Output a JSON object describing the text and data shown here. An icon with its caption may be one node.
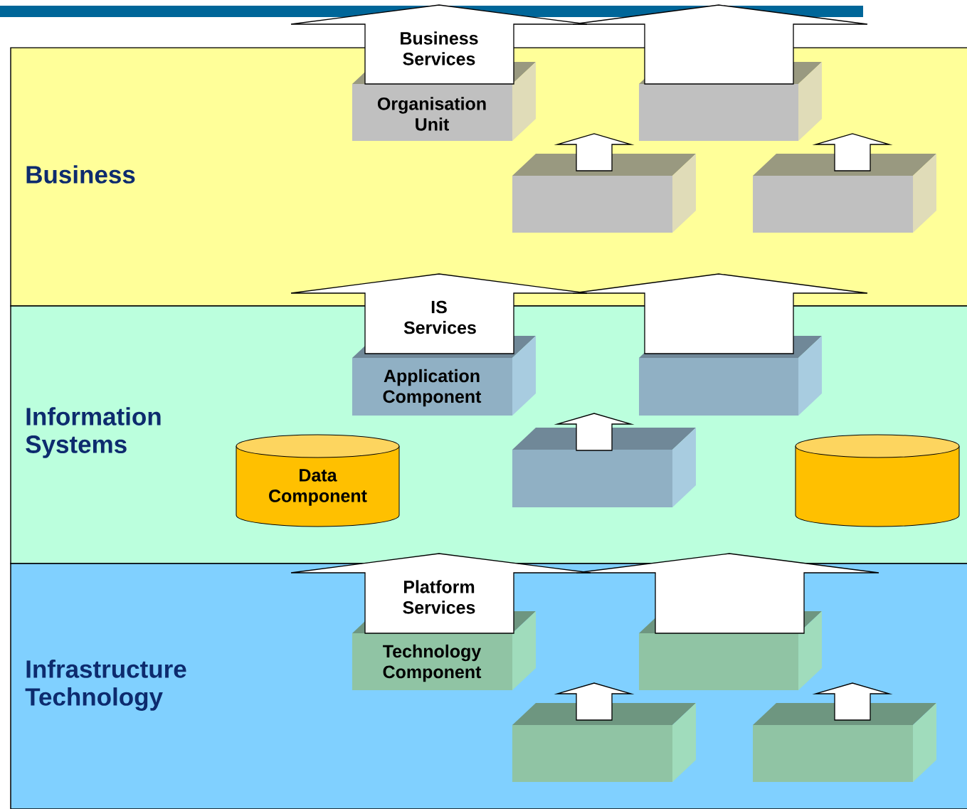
{
  "diagram": {
    "nodes": [
      {
        "text": [
          "Business"
        ]
      },
      {
        "text": [
          "Organisation Unit"
        ],
        "in": 0
      },
      {
        "text": [],
        "shape": "box",
        "in": 0
      },
      {
        "text": [],
        "shape": "box",
        "in": 0
      },
      {
        "text": [],
        "shape": "box",
        "in": 0
      },
      {
        "text": [
          "Information Systems"
        ]
      },
      {
        "text": [
          "Application Component"
        ],
        "in": 5
      },
      {
        "text": [],
        "shape": "box",
        "in": 5
      },
      {
        "text": [
          "Data Component"
        ],
        "in": 5
      },
      {
        "text": [],
        "shape": "box",
        "in": 5
      },
      {
        "text": [],
        "shape": "cylinder",
        "in": 5
      },
      {
        "text": [
          "Infrastructure Technology"
        ]
      },
      {
        "text": [
          "Technology Component"
        ],
        "in": 11
      },
      {
        "text": [],
        "shape": "box",
        "in": 11
      },
      {
        "text": [],
        "shape": "box",
        "in": 11
      },
      {
        "text": [],
        "shape": "box",
        "in": 11
      }
    ],
    "edges": [
      {
        "from": 1,
        "to": null,
        "arrow": "to",
        "label": "Business Services"
      },
      {
        "from": 2,
        "to": null,
        "arrow": "to"
      },
      {
        "from": 3,
        "to": null,
        "arrow": "to"
      },
      {
        "from": 4,
        "to": null,
        "arrow": "to"
      },
      {
        "from": 6,
        "to": null,
        "arrow": "to",
        "label": "IS Services"
      },
      {
        "from": 7,
        "to": null,
        "arrow": "to"
      },
      {
        "from": 9,
        "to": null,
        "arrow": "to"
      },
      {
        "from": 12,
        "to": null,
        "arrow": "to",
        "label": "Platform Services"
      },
      {
        "from": 13,
        "to": null,
        "arrow": "to"
      },
      {
        "from": 14,
        "to": null,
        "arrow": "to"
      },
      {
        "from": 15,
        "to": null,
        "arrow": "to"
      }
    ]
  }
}
